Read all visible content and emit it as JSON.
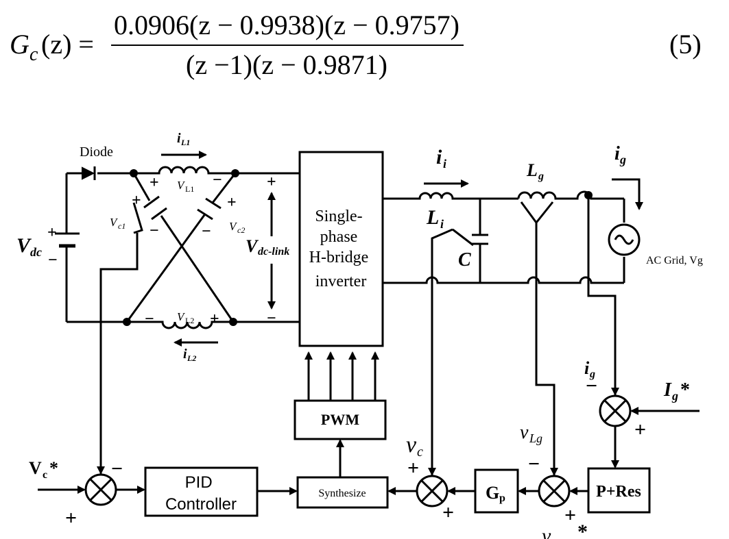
{
  "equation": {
    "lhs": "G",
    "lhs_sub": "c",
    "lhs_arg": "(z) =",
    "numerator": "0.0906(z − 0.9938)(z − 0.9757)",
    "denominator": "(z −1)(z − 0.9871)",
    "number": "(5)"
  },
  "circuit": {
    "diode": "Diode",
    "il1": "i",
    "il1_sub": "L1",
    "il2": "i",
    "il2_sub": "L2",
    "vl1": "V",
    "vl1_sub": "L1",
    "vl2": "V",
    "vl2_sub": "L2",
    "vc1": "V",
    "vc1_sub": "c1",
    "vc2": "V",
    "vc2_sub": "c2",
    "vdc": "V",
    "vdc_sub": "dc",
    "vdclink": "V",
    "vdclink_sub": "dc-link",
    "inverter_lines": [
      "Single-",
      "phase",
      "H-bridge",
      "inverter"
    ],
    "ii": "i",
    "ii_sub": "i",
    "li": "L",
    "li_sub": "i",
    "lg": "L",
    "lg_sub": "g",
    "c": "C",
    "ig": "i",
    "ig_sub": "g",
    "ac_grid": "AC Grid, Vg"
  },
  "control": {
    "pwm": "PWM",
    "pid_lines": [
      "PID",
      "Controller"
    ],
    "synthesize": "Synthesize",
    "gp": "G",
    "gp_sub": "p",
    "pres": "P+Res",
    "vc_ref": "V",
    "vc_ref_sub": "c",
    "vc_ref_star": "*",
    "vc": "v",
    "vc_sub": "c",
    "vlg": "v",
    "vlg_sub": "Lg",
    "vlg_ref": "v",
    "vlg_ref_star": "*",
    "ig_fb": "i",
    "ig_fb_sub": "g",
    "ig_ref": "I",
    "ig_ref_sub": "g",
    "ig_ref_star": "*",
    "plus": "+",
    "minus": "−"
  }
}
